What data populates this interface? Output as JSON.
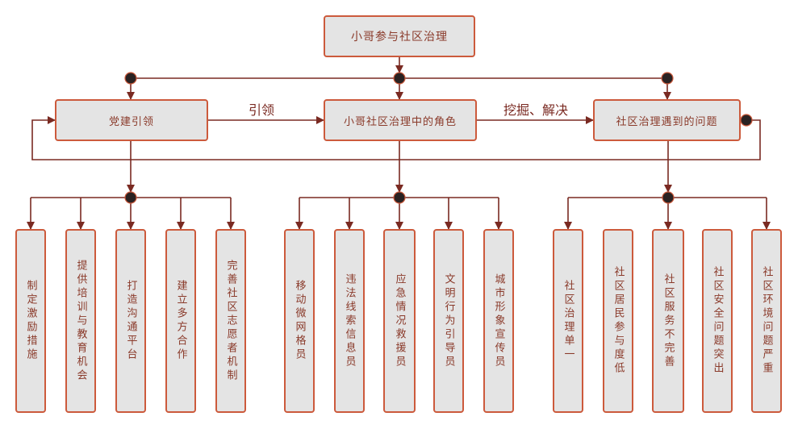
{
  "diagram": {
    "title": "小哥参与社区治理",
    "colors": {
      "box_border": "#cc5a3c",
      "box_fill": "#e4e4e4",
      "connector": "#7a2a22",
      "node_fill": "#2a2222",
      "text": "#8a3a2a"
    },
    "main_nodes": [
      {
        "id": "party",
        "label": "党建引领"
      },
      {
        "id": "role",
        "label": "小哥社区治理中的角色"
      },
      {
        "id": "problems",
        "label": "社区治理遇到的问题"
      }
    ],
    "edge_labels": {
      "party_to_role": "引领",
      "role_to_problems": "挖掘、解决"
    },
    "groups": [
      {
        "parent": "党建引领",
        "children": [
          "制定激励措施",
          "提供培训与教育机会",
          "打造沟通平台",
          "建立多方合作",
          "完善社区志愿者机制"
        ],
        "arrowed": [
          true,
          true,
          true,
          true,
          true
        ]
      },
      {
        "parent": "小哥社区治理中的角色",
        "children": [
          "移动微网格员",
          "违法线索信息员",
          "应急情况救援员",
          "文明行为引导员",
          "城市形象宣传员"
        ],
        "arrowed": [
          true,
          true,
          true,
          true,
          true
        ]
      },
      {
        "parent": "社区治理遇到的问题",
        "children": [
          "社区治理单一",
          "社区居民参与度低",
          "社区服务不完善",
          "社区安全问题突出",
          "社区环境问题严重"
        ],
        "arrowed": [
          true,
          false,
          true,
          false,
          true
        ]
      }
    ]
  }
}
